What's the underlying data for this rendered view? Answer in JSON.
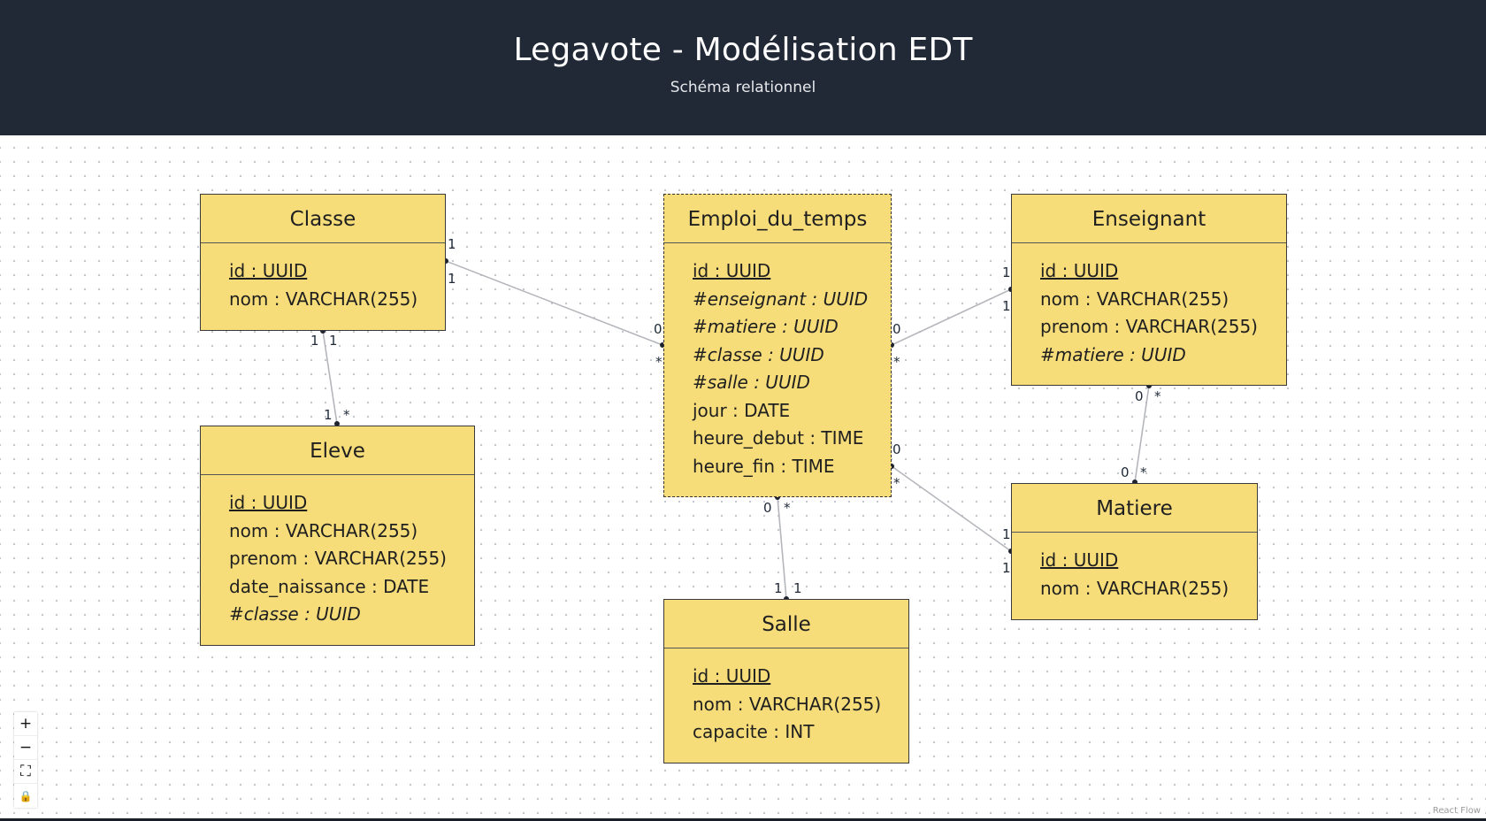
{
  "header": {
    "title": "Legavote - Modélisation EDT",
    "subtitle": "Schéma relationnel"
  },
  "entities": {
    "classe": {
      "name": "Classe",
      "fields": [
        "id : UUID",
        "nom : VARCHAR(255)"
      ]
    },
    "eleve": {
      "name": "Eleve",
      "fields": [
        "id : UUID",
        "nom : VARCHAR(255)",
        "prenom : VARCHAR(255)",
        "date_naissance : DATE",
        "#classe : UUID"
      ]
    },
    "emploi": {
      "name": "Emploi_du_temps",
      "fields": [
        "id : UUID",
        "#enseignant : UUID",
        "#matiere : UUID",
        "#classe : UUID",
        "#salle : UUID",
        "jour : DATE",
        "heure_debut : TIME",
        "heure_fin : TIME"
      ]
    },
    "enseignant": {
      "name": "Enseignant",
      "fields": [
        "id : UUID",
        "nom : VARCHAR(255)",
        "prenom : VARCHAR(255)",
        "#matiere : UUID"
      ]
    },
    "matiere": {
      "name": "Matiere",
      "fields": [
        "id : UUID",
        "nom : VARCHAR(255)"
      ]
    },
    "salle": {
      "name": "Salle",
      "fields": [
        "id : UUID",
        "nom : VARCHAR(255)",
        "capacite : INT"
      ]
    }
  },
  "relations": {
    "classe_emploi": [
      "1",
      "1",
      "0",
      "*"
    ],
    "classe_eleve": [
      "1",
      "1",
      "1",
      "*"
    ],
    "emploi_enseignant": [
      "0",
      "*",
      "1",
      "1"
    ],
    "emploi_matiere": [
      "0",
      "*",
      "1",
      "1"
    ],
    "emploi_salle": [
      "0",
      "*",
      "1",
      "1"
    ],
    "enseignant_matiere": [
      "0",
      "*",
      "0",
      "*"
    ]
  },
  "controls": {
    "zoom_in": "+",
    "zoom_out": "−",
    "fit_view": "⛶",
    "lock": "🔒"
  },
  "attribution": "React Flow"
}
